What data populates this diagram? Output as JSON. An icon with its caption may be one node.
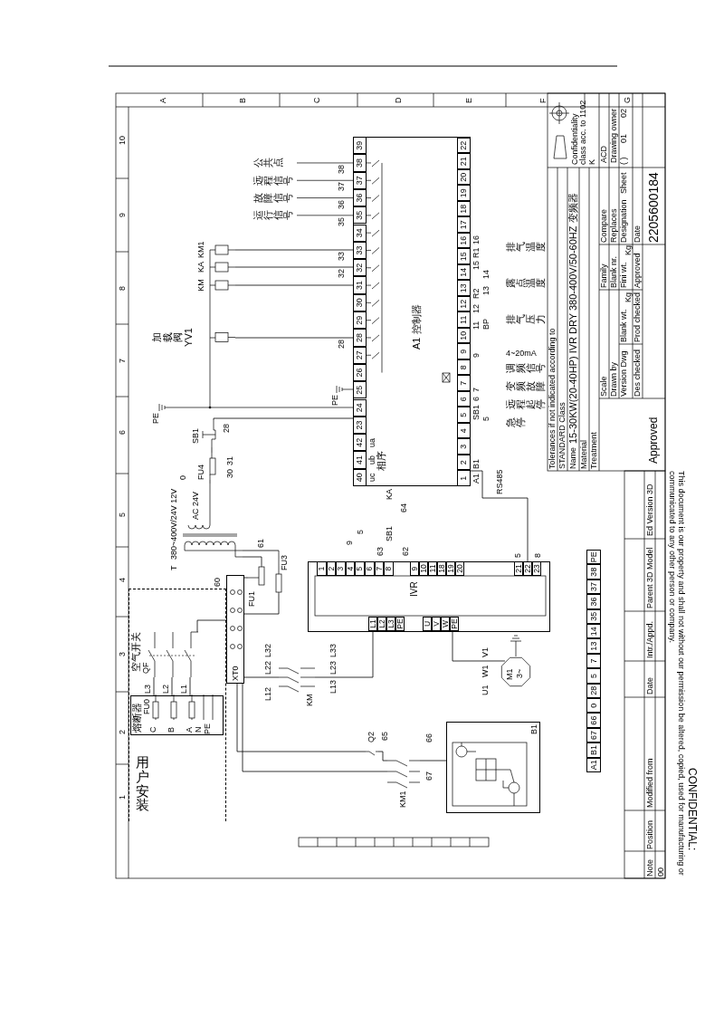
{
  "diagram": {
    "nodes": [
      {
        "text": [
          "A1 控制器"
        ]
      },
      {
        "text": [
          "IVR"
        ]
      },
      {
        "text": [
          "M1",
          "3~"
        ]
      },
      {
        "text": [
          "用户安装"
        ]
      },
      {
        "text": [
          "熔断器",
          "FU0"
        ],
        "in": 3
      },
      {
        "text": [
          "空气开关",
          "QF"
        ],
        "in": 3
      },
      {
        "text": [
          "XT0"
        ]
      },
      {
        "text": [
          "T",
          "380~400V/24V 12V",
          "AC 24V"
        ]
      },
      {
        "text": [
          "KM"
        ]
      },
      {
        "text": [
          "B1"
        ]
      },
      {
        "text": [
          "KM1"
        ]
      },
      {
        "text": [
          "Q2"
        ]
      },
      {
        "text": [
          "加载阀 YV1"
        ]
      },
      {
        "text": [
          "KM"
        ]
      },
      {
        "text": [
          "KA"
        ]
      },
      {
        "text": [
          "KM1"
        ]
      },
      {
        "text": [
          "SB1"
        ]
      },
      {
        "text": [
          "FU1"
        ]
      },
      {
        "text": [
          "FU3"
        ]
      },
      {
        "text": [
          "FU4"
        ]
      }
    ],
    "edges": [
      {
        "from": 4,
        "to": 5,
        "arrow": "none"
      },
      {
        "from": 5,
        "to": 6,
        "arrow": "none"
      },
      {
        "from": 6,
        "to": 8,
        "arrow": "none"
      },
      {
        "from": 8,
        "to": 1,
        "arrow": "none"
      },
      {
        "from": 1,
        "to": 2,
        "arrow": "none"
      },
      {
        "from": 6,
        "to": 17,
        "arrow": "none"
      },
      {
        "from": 17,
        "to": 7,
        "arrow": "none"
      },
      {
        "from": 7,
        "to": 18,
        "arrow": "none"
      },
      {
        "from": 18,
        "to": 6,
        "arrow": "none"
      },
      {
        "from": 7,
        "to": 19,
        "arrow": "none"
      },
      {
        "from": 19,
        "to": 16,
        "arrow": "none"
      },
      {
        "from": 16,
        "to": 0,
        "arrow": "none"
      },
      {
        "from": 0,
        "to": 12,
        "arrow": "none"
      },
      {
        "from": 0,
        "to": 13,
        "arrow": "none"
      },
      {
        "from": 0,
        "to": 14,
        "arrow": "none"
      },
      {
        "from": 0,
        "to": 15,
        "arrow": "none"
      },
      {
        "from": 1,
        "to": 0,
        "arrow": "none",
        "label": "RS485"
      },
      {
        "from": 6,
        "to": 11,
        "arrow": "none"
      },
      {
        "from": 11,
        "to": 10,
        "arrow": "none"
      },
      {
        "from": 10,
        "to": 9,
        "arrow": "none"
      },
      {
        "from": 6,
        "to": 10,
        "arrow": "none"
      }
    ],
    "labels": [
      "1",
      "2",
      "3",
      "4",
      "5",
      "6",
      "7",
      "8",
      "9",
      "10",
      "A",
      "B",
      "C",
      "D",
      "E",
      "F",
      "G",
      "40",
      "41",
      "42",
      "23",
      "24",
      "25",
      "26",
      "27",
      "28",
      "29",
      "30",
      "31",
      "32",
      "33",
      "34",
      "35",
      "36",
      "37",
      "38",
      "39",
      "1",
      "2",
      "3",
      "4",
      "5",
      "6",
      "7",
      "8",
      "9",
      "10",
      "11",
      "12",
      "13",
      "14",
      "15",
      "16",
      "17",
      "18",
      "19",
      "20",
      "21",
      "22",
      "uc",
      "ub",
      "ua",
      "相序",
      "A1",
      "B1",
      "运行信号",
      "故障信号",
      "远程信号",
      "公共点",
      "28",
      "32",
      "33",
      "35",
      "36",
      "37",
      "38",
      "急停",
      "远程起停",
      "变频故障",
      "调频信号",
      "4~20mA",
      "排气压力",
      "露点温度",
      "排气温度",
      "5",
      "SB1",
      "6",
      "7",
      "9",
      "11",
      "BP",
      "12",
      "R2",
      "13",
      "14",
      "15",
      "R1",
      "16",
      "9",
      "5",
      "63",
      "SB1",
      "62",
      "KA",
      "64",
      "5",
      "8",
      "0",
      "30",
      "31",
      "61",
      "60",
      "28",
      "PE",
      "PE",
      "L3",
      "L2",
      "L1",
      "C",
      "B",
      "A",
      "N",
      "PE",
      "L32",
      "L22",
      "L12",
      "L33",
      "L23",
      "L13",
      "U1",
      "W1",
      "V1",
      "1",
      "2",
      "3",
      "4",
      "5",
      "6",
      "7",
      "8",
      "9",
      "10",
      "11",
      "18",
      "19",
      "20",
      "21",
      "22",
      "23",
      "L1",
      "L2",
      "L3",
      "PE",
      "U",
      "V",
      "W",
      "PE",
      "65",
      "66",
      "67",
      "A1",
      "B1",
      "67",
      "66",
      "0",
      "28",
      "5",
      "7",
      "13",
      "14",
      "35",
      "36",
      "37",
      "38",
      "PE",
      "Tolerances if not indicated according to",
      "STANDARD Class",
      "Name",
      "15-30KW(20-40HP) IVR DRY 380-400V/50-60HZ 变频器",
      "Material",
      "Treatment",
      "Scale",
      "Family",
      "Compare",
      "Drawn by",
      "Blank nr.",
      "Replaces",
      "Version Dwg",
      "Blank wt.",
      "Fini wt.",
      "Kg",
      "Kg",
      "Designation",
      "Sheet",
      "( )",
      "01",
      "02",
      "Des checked",
      "Prod checked",
      "Approved",
      "Date",
      "Approved",
      "2205600184",
      "Confidentiality class acc. to 1102 K",
      "ACD",
      "Drawing owner",
      "Note",
      "Position",
      "00",
      "Modified from",
      "Date",
      "Intr./Appd.",
      "Parent 3D Model",
      "Ed Version 3D",
      "CONFIDENTIAL:",
      "This document is our property and shall not without our permission be altered, copied, used for manufacturing or communicated to any other person or company."
    ]
  }
}
